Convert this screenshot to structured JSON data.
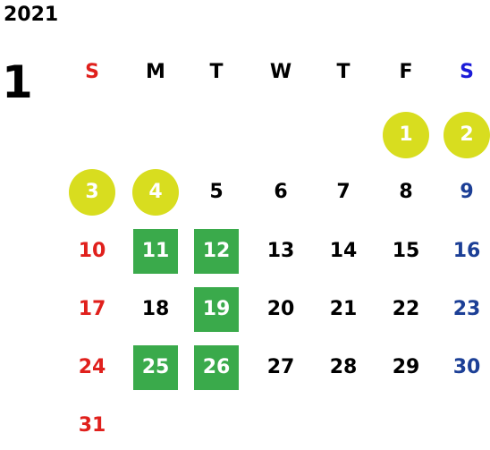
{
  "calendar": {
    "year": "2021",
    "month": "1",
    "weekdays": [
      "S",
      "M",
      "T",
      "W",
      "T",
      "F",
      "S"
    ],
    "weeks": [
      [
        "",
        "",
        "",
        "",
        "",
        "1",
        "2"
      ],
      [
        "3",
        "4",
        "5",
        "6",
        "7",
        "8",
        "9"
      ],
      [
        "10",
        "11",
        "12",
        "13",
        "14",
        "15",
        "16"
      ],
      [
        "17",
        "18",
        "19",
        "20",
        "21",
        "22",
        "23"
      ],
      [
        "24",
        "25",
        "26",
        "27",
        "28",
        "29",
        "30"
      ],
      [
        "31",
        "",
        "",
        "",
        "",
        "",
        ""
      ]
    ],
    "holiday_days": [
      "1",
      "2",
      "3",
      "4"
    ],
    "highlighted_days": [
      "11",
      "12",
      "19",
      "25",
      "26"
    ]
  },
  "colors": {
    "sunday": "#e0201c",
    "saturday": "#1c3f96",
    "saturday_header": "#1c1cd8",
    "holiday_circle": "#d8dd1f",
    "highlight_square": "#3aaa4b",
    "text": "#000000"
  }
}
